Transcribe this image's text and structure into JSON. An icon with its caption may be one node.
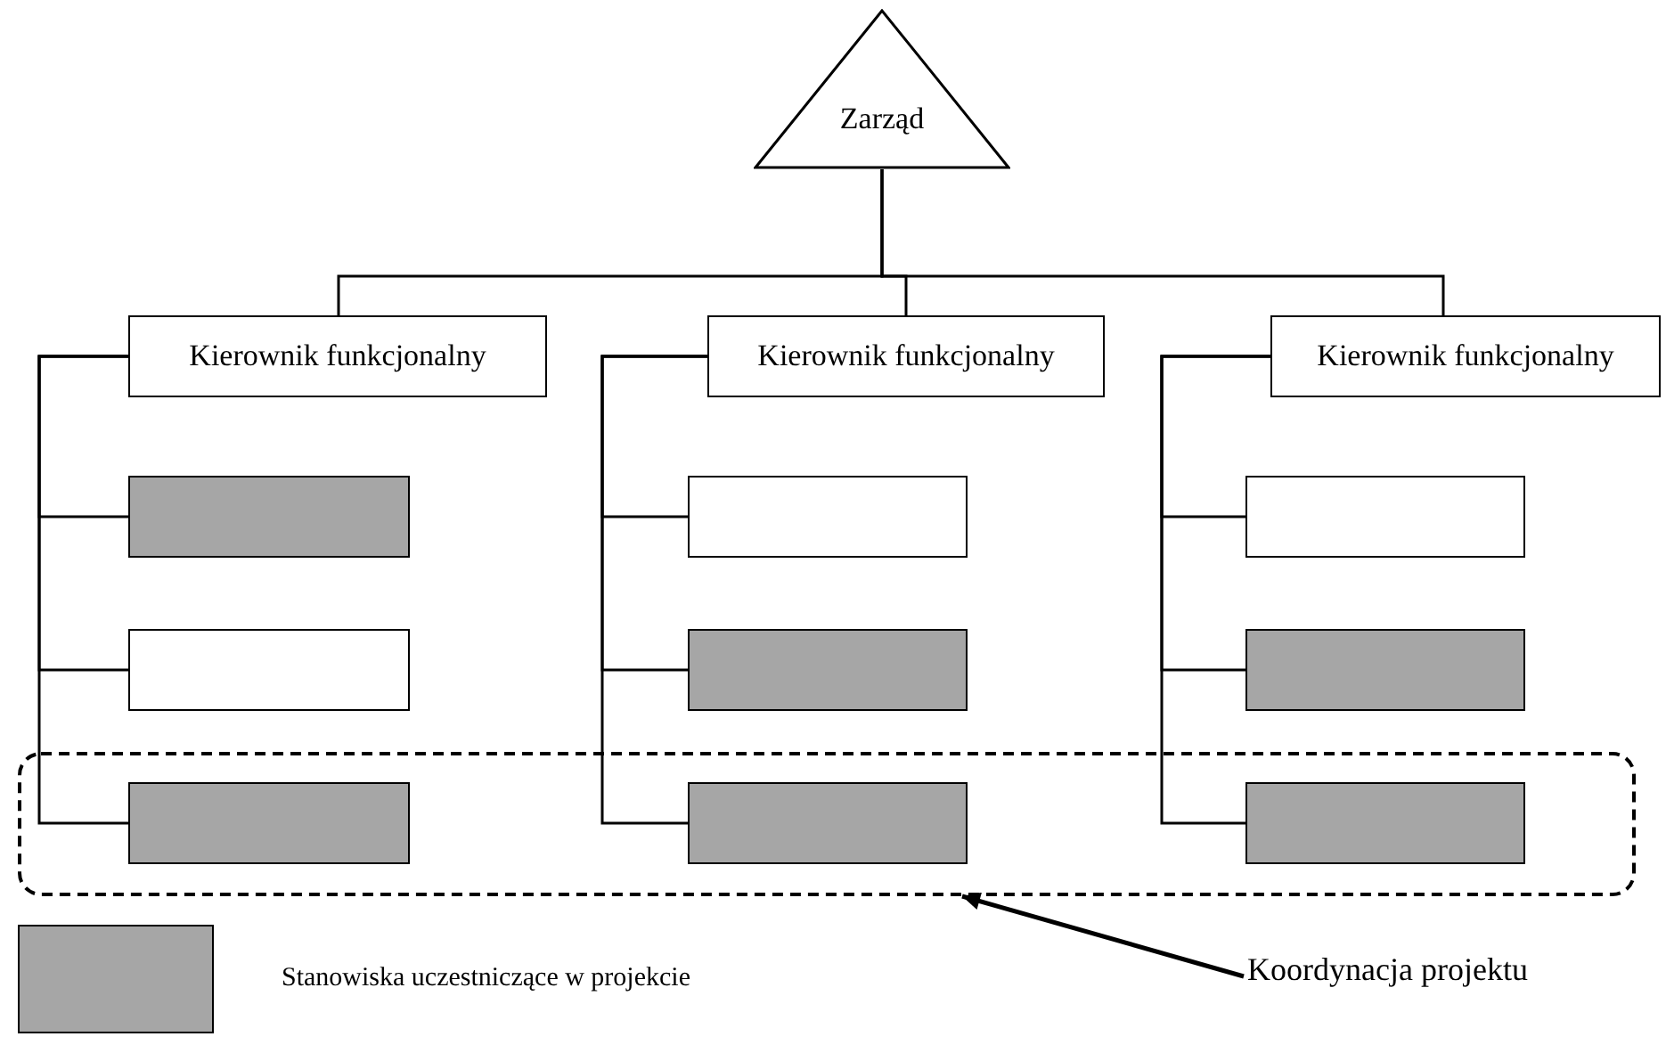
{
  "diagram": {
    "nodes": [
      {
        "text": [
          "Zarząd"
        ]
      },
      {
        "text": [
          "Kierownik funkcjonalny"
        ]
      },
      {
        "text": [
          "Kierownik funkcjonalny"
        ]
      },
      {
        "text": [
          "Kierownik funkcjonalny"
        ]
      },
      {
        "text": [],
        "shape": "box"
      },
      {
        "text": [],
        "shape": "box"
      },
      {
        "text": [],
        "shape": "box"
      },
      {
        "text": [],
        "shape": "box"
      },
      {
        "text": [],
        "shape": "box"
      },
      {
        "text": [],
        "shape": "box"
      },
      {
        "text": [],
        "shape": "box"
      },
      {
        "text": [],
        "shape": "box",
        "in": 4
      },
      {
        "text": [],
        "shape": "box",
        "in": 4
      },
      {
        "text": [],
        "shape": "box",
        "in": 4
      },
      {
        "text": [
          "Koordynacja projektu"
        ]
      }
    ],
    "edges": [
      {
        "from": 0,
        "to": 1,
        "arrow": "none"
      },
      {
        "from": 0,
        "to": 2,
        "arrow": "none"
      },
      {
        "from": 0,
        "to": 3,
        "arrow": "none"
      },
      {
        "from": 1,
        "to": 5,
        "arrow": "none"
      },
      {
        "from": 1,
        "to": 8,
        "arrow": "none"
      },
      {
        "from": 1,
        "to": 11,
        "arrow": "none"
      },
      {
        "from": 2,
        "to": 6,
        "arrow": "none"
      },
      {
        "from": 2,
        "to": 9,
        "arrow": "none"
      },
      {
        "from": 2,
        "to": 12,
        "arrow": "none"
      },
      {
        "from": 3,
        "to": 7,
        "arrow": "none"
      },
      {
        "from": 3,
        "to": 10,
        "arrow": "none"
      },
      {
        "from": 3,
        "to": 13,
        "arrow": "none"
      },
      {
        "from": 14,
        "to": 4,
        "arrow": "to"
      }
    ],
    "legend": [
      {
        "text": "Stanowiska uczestniczące w projekcie",
        "color": "#a6a6a6"
      }
    ]
  }
}
